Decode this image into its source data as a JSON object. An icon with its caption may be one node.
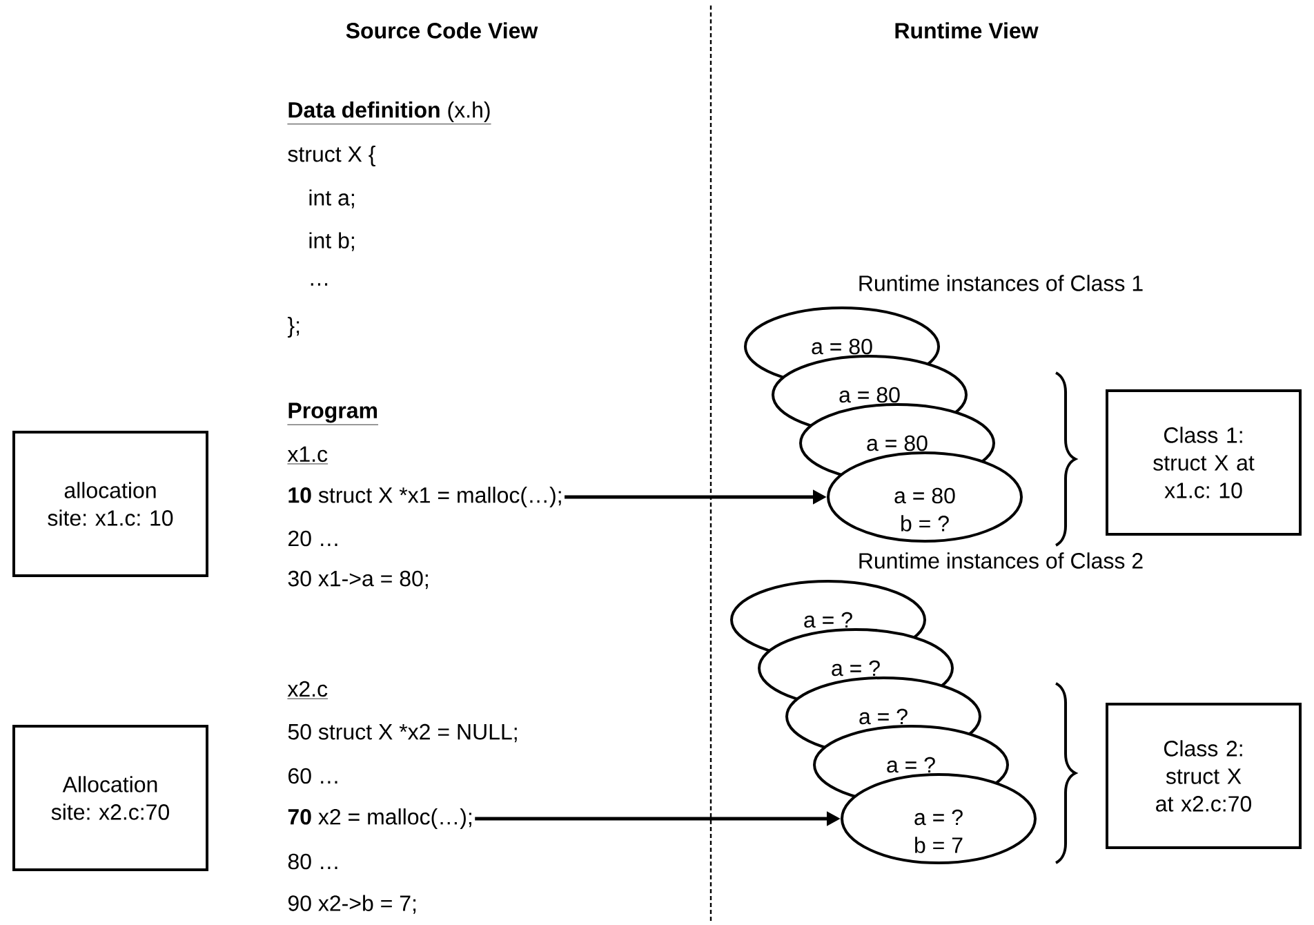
{
  "diagram": {
    "nodes": [
      {
        "text": [
          "allocation site: x1.c: 10"
        ]
      },
      {
        "text": [
          "**10** struct X *x1 = malloc(…);"
        ]
      },
      {
        "text": [
          "a = 80"
        ]
      },
      {
        "text": [
          "a = 80"
        ]
      },
      {
        "text": [
          "a = 80"
        ]
      },
      {
        "text": [
          "a = 80",
          "b = ?"
        ]
      },
      {
        "text": [
          "Class 1: struct X at x1.c: 10"
        ]
      },
      {
        "text": [
          "Allocation site: x2.c:70"
        ]
      },
      {
        "text": [
          "**70** x2 = malloc(…);"
        ]
      },
      {
        "text": [
          "a = ?"
        ]
      },
      {
        "text": [
          "a = ?"
        ]
      },
      {
        "text": [
          "a = ?"
        ]
      },
      {
        "text": [
          "a = ?"
        ]
      },
      {
        "text": [
          "a = ?",
          "b = 7"
        ]
      },
      {
        "text": [
          "Class 2: struct X at x2.c:70"
        ]
      }
    ],
    "edges": [
      {
        "from": 1,
        "to": 5,
        "arrow": "to"
      },
      {
        "from": 8,
        "to": 13,
        "arrow": "to"
      }
    ],
    "labels": [
      "Source Code View",
      "Runtime View",
      "**Data definition** (x.h)",
      "struct X {",
      "int a;",
      "int b;",
      "…",
      "};",
      "Runtime instances of Class 1",
      "Program",
      "x1.c",
      "20 …",
      "30 x1->a = 80;",
      "Runtime instances of Class 2",
      "x2.c",
      "50 struct X *x2 = NULL;",
      "60 …",
      "80 …",
      "90 x2->b = 7;"
    ]
  }
}
